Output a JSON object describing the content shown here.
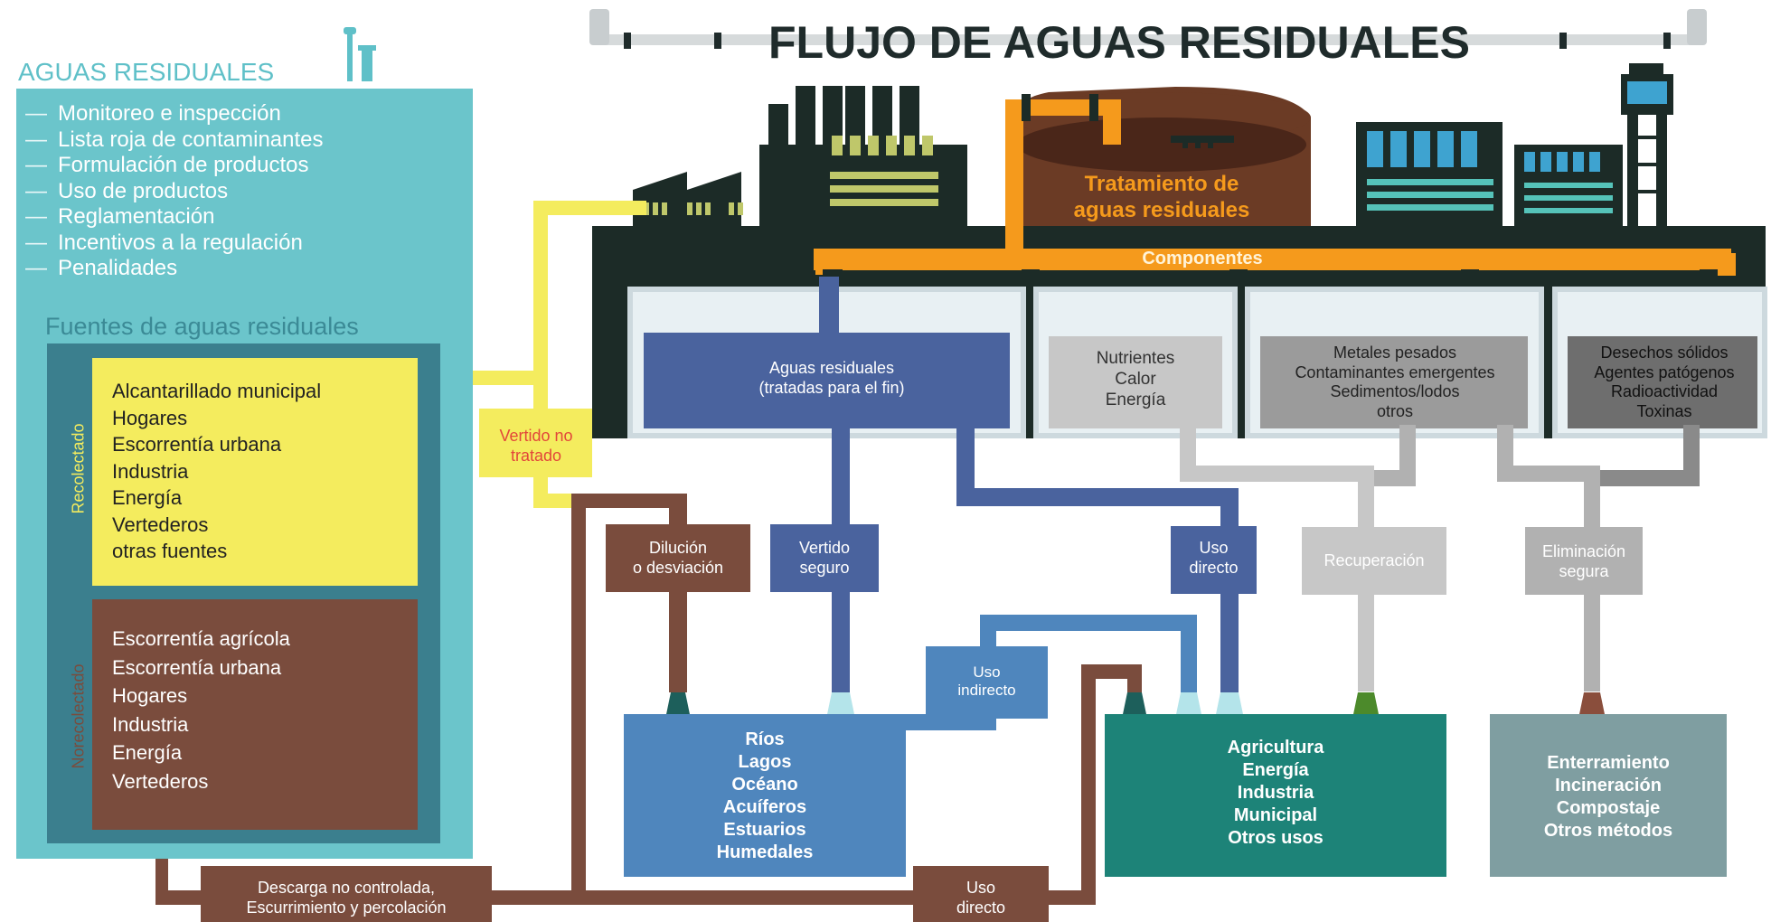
{
  "title": "FLUJO DE AGUAS RESIDUALES",
  "left_panel": {
    "title": "AGUAS RESIDUALES",
    "items": [
      "Monitoreo e inspección",
      "Lista roja de contaminantes",
      "Formulación de productos",
      "Uso de productos",
      "Reglamentación",
      "Incentivos a la regulación",
      "Penalidades"
    ],
    "sources_title": "Fuentes de aguas residuales",
    "collected_label": "Recolectado",
    "collected_items": [
      "Alcantarillado municipal",
      "Hogares",
      "Escorrentía urbana",
      "Industria",
      "Energía",
      "Vertederos",
      "otras fuentes"
    ],
    "uncollected_label": "Norecolectado",
    "uncollected_items": [
      "Escorrentía agrícola",
      "Escorrentía urbana",
      "Hogares",
      "Industria",
      "Energía",
      "Vertederos"
    ]
  },
  "treatment": {
    "plant_label_line1": "Tratamiento de",
    "plant_label_line2": "aguas residuales",
    "components_label": "Componentes",
    "tank1_line1": "Aguas residuales",
    "tank1_line2": "(tratadas para el fin)",
    "tank2": [
      "Nutrientes",
      "Calor",
      "Energía"
    ],
    "tank3": [
      "Metales pesados",
      "Contaminantes emergentes",
      "Sedimentos/lodos",
      "otros"
    ],
    "tank4": [
      "Desechos sólidos",
      "Agentes patógenos",
      "Radioactividad",
      "Toxinas"
    ]
  },
  "flows": {
    "vertido_no_tratado": [
      "Vertido no",
      "tratado"
    ],
    "dilucion": [
      "Dilución",
      "o desviación"
    ],
    "vertido_seguro": [
      "Vertido",
      "seguro"
    ],
    "uso_directo_top": [
      "Uso",
      "directo"
    ],
    "recuperacion": "Recuperación",
    "eliminacion": [
      "Eliminación",
      "segura"
    ],
    "uso_indirecto": [
      "Uso",
      "indirecto"
    ],
    "descarga": [
      "Descarga no controlada,",
      "Escurrimiento y percolación"
    ],
    "uso_directo_bottom": [
      "Uso",
      "directo"
    ]
  },
  "destinations": {
    "water_bodies": [
      "Ríos",
      "Lagos",
      "Océano",
      "Acuíferos",
      "Estuarios",
      "Humedales"
    ],
    "uses": [
      "Agricultura",
      "Energía",
      "Industria",
      "Municipal",
      "Otros usos"
    ],
    "disposal": [
      "Enterramiento",
      "Incineración",
      "Compostaje",
      "Otros métodos"
    ]
  },
  "colors": {
    "teal_panel": "#6bc5cb",
    "dark_teal": "#3b7f8e",
    "yellow": "#f4ec5e",
    "brown": "#7a4c3d",
    "dark_bg": "#1c2b27",
    "orange": "#f59a1c",
    "blue_pipe": "#4a639e",
    "light_blue": "#4f86bd",
    "green_box": "#1d8378",
    "grey_pipe": "#c4c4c4",
    "grey_dark": "#9b9b9b",
    "grey_box": "#7f9ea1"
  }
}
